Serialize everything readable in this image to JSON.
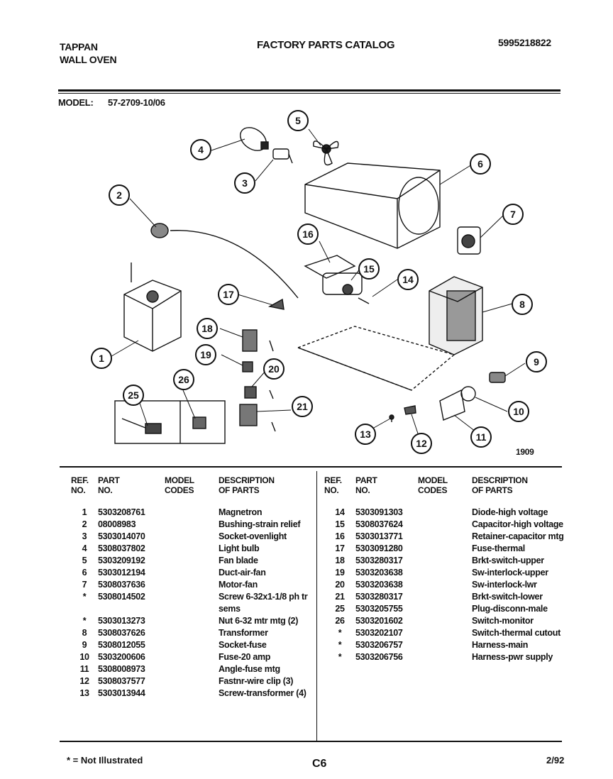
{
  "header": {
    "brand": "TAPPAN",
    "product": "WALL OVEN",
    "catalog_title": "FACTORY PARTS CATALOG",
    "catalog_number": "5995218822",
    "model_label": "MODEL:",
    "model_value": "57-2709-10/06"
  },
  "diagram": {
    "callouts": [
      "1",
      "2",
      "3",
      "4",
      "5",
      "6",
      "7",
      "8",
      "9",
      "10",
      "11",
      "12",
      "13",
      "14",
      "15",
      "16",
      "17",
      "18",
      "19",
      "20",
      "21",
      "25",
      "26"
    ],
    "figure_number": "1909"
  },
  "table": {
    "headers": {
      "ref": "REF.",
      "ref2": "NO.",
      "part": "PART",
      "part2": "NO.",
      "model": "MODEL",
      "model2": "CODES",
      "desc": "DESCRIPTION",
      "desc2": "OF PARTS"
    },
    "left": [
      {
        "ref": "1",
        "part": "5303208761",
        "codes": "",
        "desc": "Magnetron"
      },
      {
        "ref": "2",
        "part": "08008983",
        "codes": "",
        "desc": "Bushing-strain relief"
      },
      {
        "ref": "3",
        "part": "5303014070",
        "codes": "",
        "desc": "Socket-ovenlight"
      },
      {
        "ref": "4",
        "part": "5308037802",
        "codes": "",
        "desc": "Light bulb"
      },
      {
        "ref": "5",
        "part": "5303209192",
        "codes": "",
        "desc": "Fan blade"
      },
      {
        "ref": "6",
        "part": "5303012194",
        "codes": "",
        "desc": "Duct-air-fan"
      },
      {
        "ref": "7",
        "part": "5308037636",
        "codes": "",
        "desc": "Motor-fan"
      },
      {
        "ref": "*",
        "part": "5308014502",
        "codes": "",
        "desc": "Screw 6-32x1-1/8 ph tr sems"
      },
      {
        "ref": "*",
        "part": "5303013273",
        "codes": "",
        "desc": "Nut 6-32 mtr mtg (2)"
      },
      {
        "ref": "8",
        "part": "5308037626",
        "codes": "",
        "desc": "Transformer"
      },
      {
        "ref": "9",
        "part": "5308012055",
        "codes": "",
        "desc": "Socket-fuse"
      },
      {
        "ref": "10",
        "part": "5303200606",
        "codes": "",
        "desc": "Fuse-20 amp"
      },
      {
        "ref": "11",
        "part": "5308008973",
        "codes": "",
        "desc": "Angle-fuse mtg"
      },
      {
        "ref": "12",
        "part": "5308037577",
        "codes": "",
        "desc": "Fastnr-wire clip (3)"
      },
      {
        "ref": "13",
        "part": "5303013944",
        "codes": "",
        "desc": "Screw-transformer (4)"
      }
    ],
    "right": [
      {
        "ref": "14",
        "part": "5303091303",
        "codes": "",
        "desc": "Diode-high voltage"
      },
      {
        "ref": "15",
        "part": "5308037624",
        "codes": "",
        "desc": "Capacitor-high voltage"
      },
      {
        "ref": "16",
        "part": "5303013771",
        "codes": "",
        "desc": "Retainer-capacitor mtg"
      },
      {
        "ref": "17",
        "part": "5303091280",
        "codes": "",
        "desc": "Fuse-thermal"
      },
      {
        "ref": "18",
        "part": "5303280317",
        "codes": "",
        "desc": "Brkt-switch-upper"
      },
      {
        "ref": "19",
        "part": "5303203638",
        "codes": "",
        "desc": "Sw-interlock-upper"
      },
      {
        "ref": "20",
        "part": "5303203638",
        "codes": "",
        "desc": "Sw-interlock-lwr"
      },
      {
        "ref": "21",
        "part": "5303280317",
        "codes": "",
        "desc": "Brkt-switch-lower"
      },
      {
        "ref": "25",
        "part": "5303205755",
        "codes": "",
        "desc": "Plug-disconn-male"
      },
      {
        "ref": "26",
        "part": "5303201602",
        "codes": "",
        "desc": "Switch-monitor"
      },
      {
        "ref": "*",
        "part": "5303202107",
        "codes": "",
        "desc": "Switch-thermal cutout"
      },
      {
        "ref": "*",
        "part": "5303206757",
        "codes": "",
        "desc": "Harness-main"
      },
      {
        "ref": "*",
        "part": "5303206756",
        "codes": "",
        "desc": "Harness-pwr supply"
      }
    ]
  },
  "footer": {
    "note": "* = Not Illustrated",
    "page": "C6",
    "date": "2/92"
  }
}
